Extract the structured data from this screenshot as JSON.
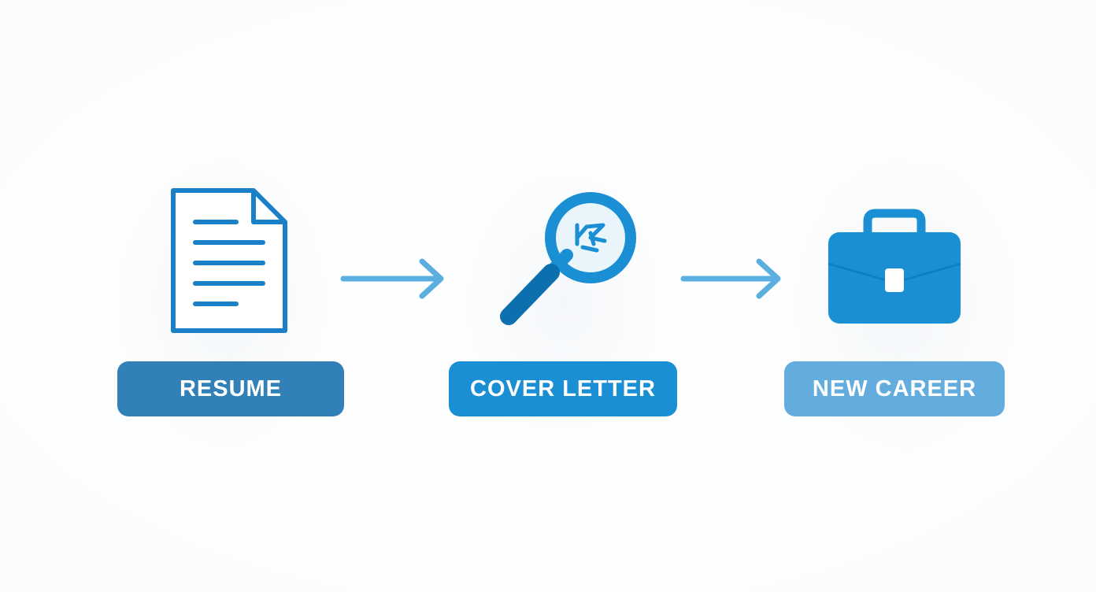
{
  "steps": [
    {
      "label": "RESUME",
      "icon": "document-icon",
      "color": "#3180b8"
    },
    {
      "label": "COVER LETTER",
      "icon": "magnifier-icon",
      "color": "#1a8fd4"
    },
    {
      "label": "NEW CAREER",
      "icon": "briefcase-icon",
      "color": "#63acde"
    }
  ],
  "connectors": [
    {
      "icon": "arrow-right-icon",
      "color": "#5aaee0"
    },
    {
      "icon": "arrow-right-icon",
      "color": "#5aaee0"
    }
  ],
  "colors": {
    "primary": "#1a8fd4",
    "document_stroke": "#1a80c8",
    "briefcase_fill": "#1a8fd4",
    "background": "#ffffff"
  }
}
